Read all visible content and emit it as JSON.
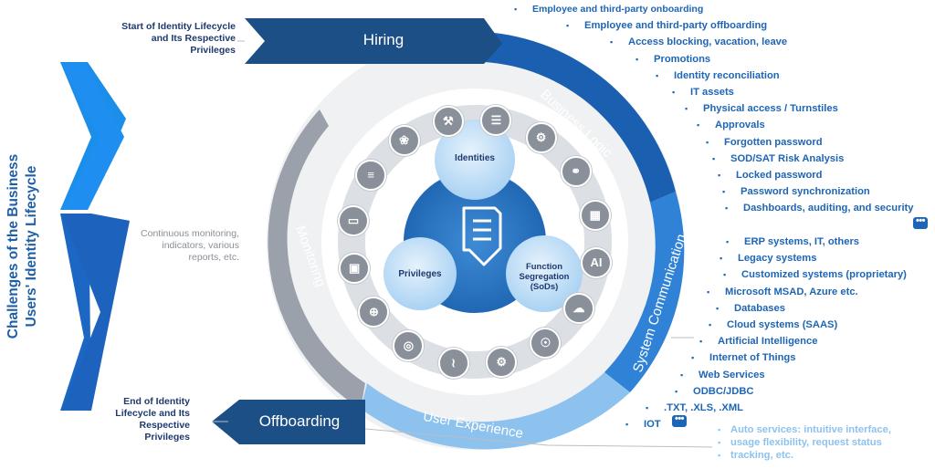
{
  "side_title": [
    "Challenges of the Business",
    "Users' Identity Lifecycle"
  ],
  "stages": {
    "hiring": "Hiring",
    "offboarding": "Offboarding",
    "business_logic": "Business Logic",
    "system_communication": "System Communication",
    "user_experience": "User Experience",
    "monitoring": "Monitoring"
  },
  "notes": {
    "start": [
      "Start of Identity Lifecycle",
      "and Its Respective",
      "Privileges"
    ],
    "end": [
      "End of Identity",
      "Lifecycle and Its",
      "Respective",
      "Privileges"
    ],
    "monitoring": [
      "Continuous monitoring,",
      "indicators, various",
      "reports, etc."
    ]
  },
  "center": {
    "identities": "Identities",
    "privileges": "Privileges",
    "sod": [
      "Function",
      "Segregation",
      "(SoDs)"
    ]
  },
  "business_logic_items": [
    "Employee and third-party onboarding",
    "Employee and third-party offboarding",
    "Access blocking, vacation, leave",
    "Promotions",
    "Identity reconciliation",
    "IT assets",
    "Physical access / Turnstiles",
    "Approvals",
    "Forgotten password",
    "SOD/SAT Risk Analysis",
    "Locked password",
    "Password synchronization",
    "Dashboards, auditing, and security"
  ],
  "system_items": [
    "ERP systems, IT, others",
    "Legacy systems",
    "Customized systems (proprietary)",
    "Microsoft MSAD, Azure etc.",
    "Databases",
    "Cloud systems (SAAS)",
    "Artificial Intelligence",
    "Internet of Things",
    "Web Services",
    "ODBC/JDBC",
    ".TXT, .XLS, .XML",
    "IOT"
  ],
  "ux_items": [
    "Auto services: intuitive interface,",
    "usage flexibility, request status",
    "tracking, etc."
  ],
  "more_badge": "•••",
  "icons": [
    "server-icon",
    "settings-search-icon",
    "link-icon",
    "firewall-icon",
    "ai-chip-icon",
    "cloud-icon",
    "lock-icon",
    "gears-icon",
    "route-icon",
    "fingerprint-icon",
    "globe-icon",
    "cpu-icon",
    "monitor-chart-icon",
    "database-icon",
    "brain-icon",
    "robot-arm-icon"
  ],
  "colors": {
    "primary": "#1d65b5",
    "dark_navy": "#1b4f86",
    "light_blue": "#8ec2ee",
    "gray_ring": "#9aa1aa"
  }
}
